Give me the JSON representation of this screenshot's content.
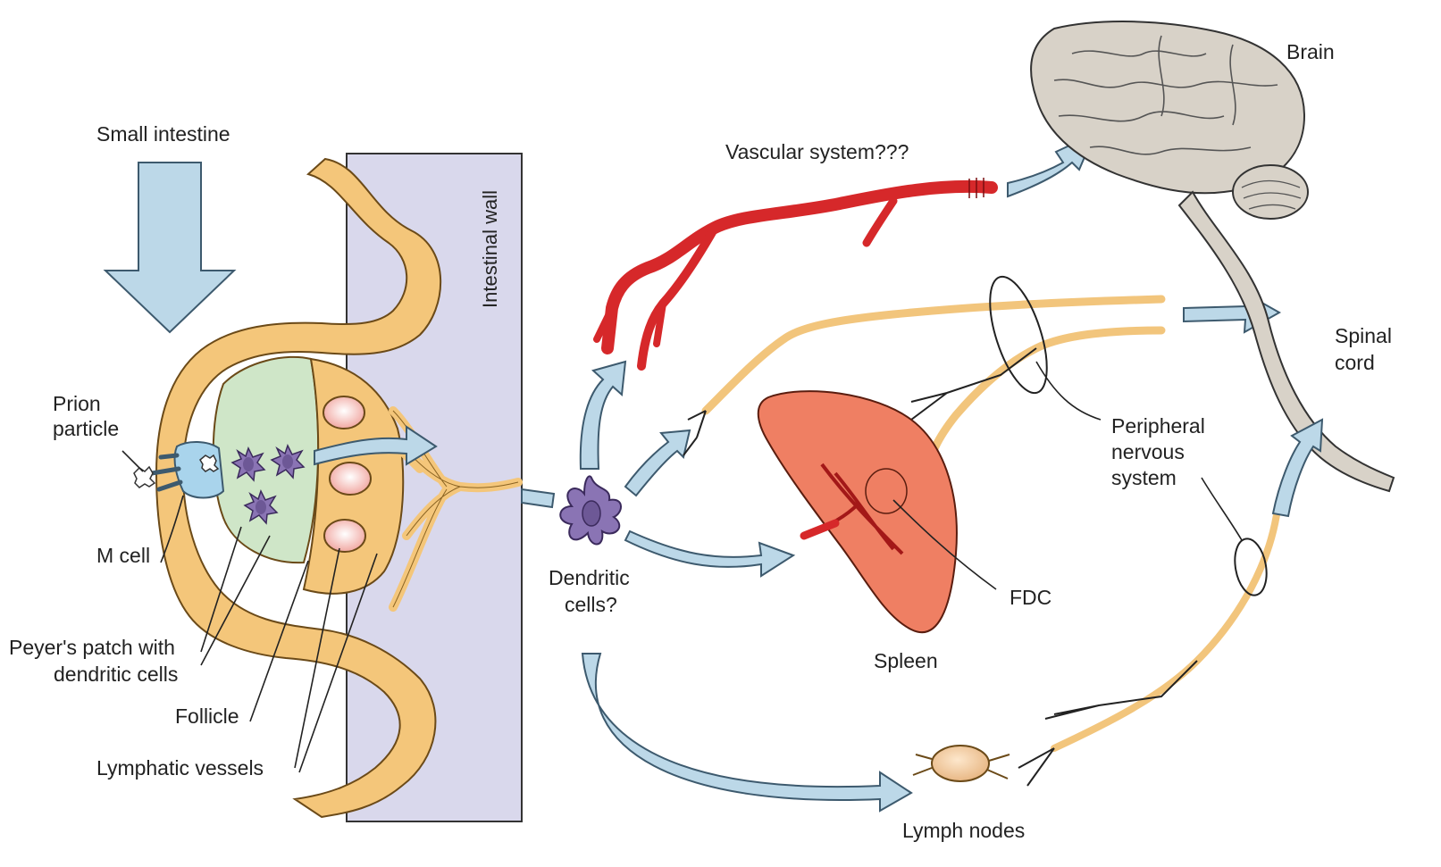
{
  "labels": {
    "small_intestine": "Small intestine",
    "intestinal_wall": "Intestinal wall",
    "prion_particle_1": "Prion",
    "prion_particle_2": "particle",
    "m_cell": "M cell",
    "peyers_patch_1": "Peyer's patch with",
    "peyers_patch_2": "dendritic cells",
    "follicle": "Follicle",
    "lymphatic_vessels": "Lymphatic vessels",
    "dendritic_cells_1": "Dendritic",
    "dendritic_cells_2": "cells?",
    "vascular_system": "Vascular system???",
    "brain": "Brain",
    "spinal_cord_1": "Spinal",
    "spinal_cord_2": "cord",
    "peripheral_1": "Peripheral",
    "peripheral_2": "nervous",
    "peripheral_3": "system",
    "spleen": "Spleen",
    "fdc": "FDC",
    "lymph_nodes": "Lymph nodes"
  },
  "colors": {
    "flow_arrow": "#bcd8e8",
    "flow_arrow_stroke": "#3d5a6e",
    "epithelium": "#f4c67a",
    "intestinal_wall": "#d9d8ec",
    "peyers_patch": "#cfe6c8",
    "dendritic_cell": "#8a74b4",
    "blood_vessel": "#d6282a",
    "nerve": "#f2c57c",
    "brain": "#d8d2c8",
    "spleen": "#ef7f63",
    "lymph_node": "#f6d2a6"
  }
}
